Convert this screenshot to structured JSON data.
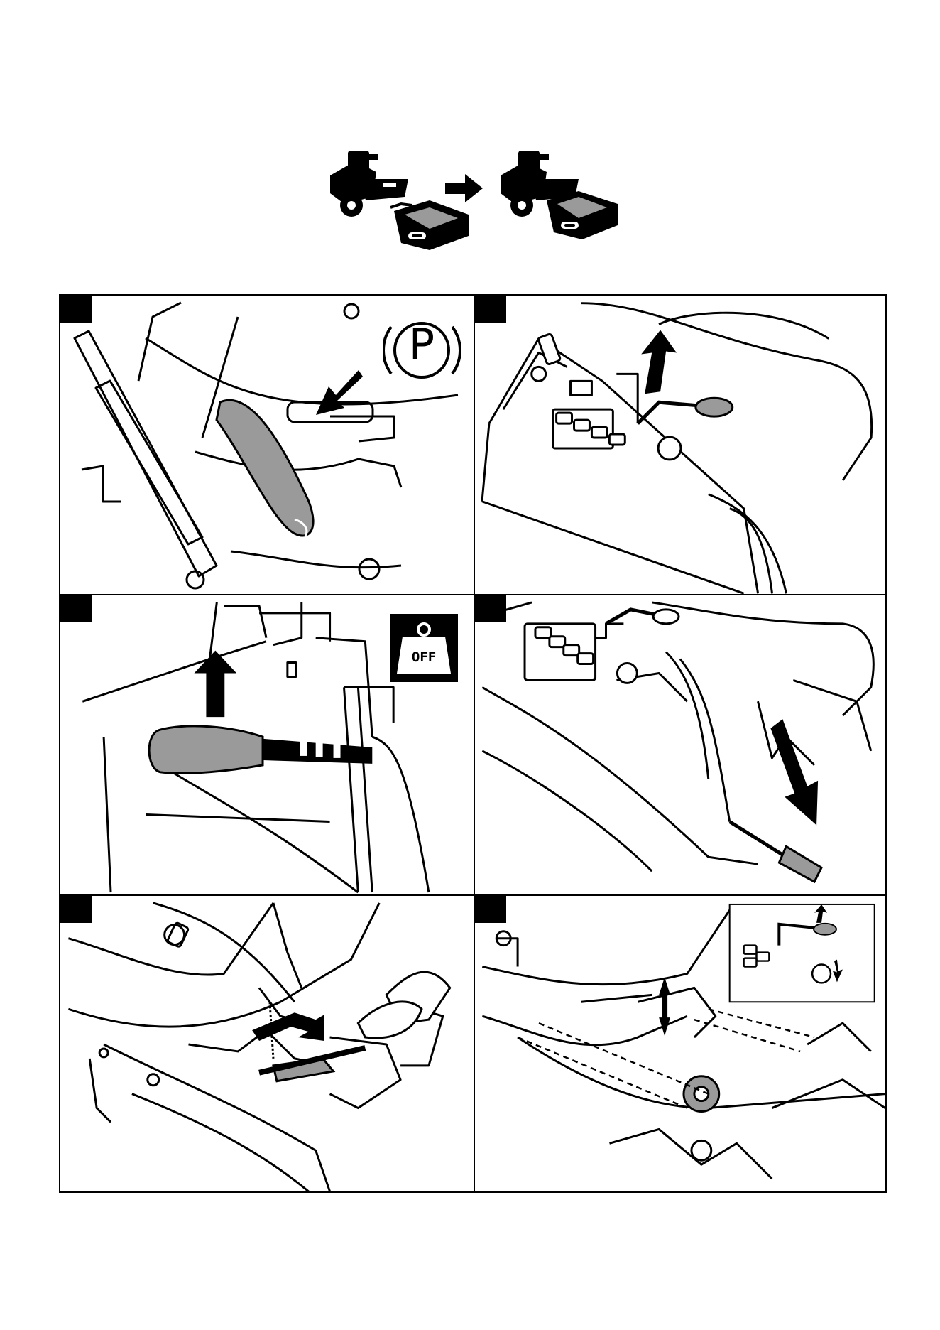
{
  "header": {
    "arrow_direction": "right",
    "from_state": "mower-deck-detached",
    "to_state": "mower-deck-attached"
  },
  "panels": [
    {
      "id": "panel-1",
      "icon": "parking-brake-icon",
      "badge_text": "P"
    },
    {
      "id": "panel-2",
      "icon": "lift-lever-up-icon"
    },
    {
      "id": "panel-3",
      "icon": "weight-off-icon",
      "badge_text": "OFF"
    },
    {
      "id": "panel-4",
      "icon": "lift-lever-down-icon"
    },
    {
      "id": "panel-5",
      "icon": "deck-attach-pin-icon"
    },
    {
      "id": "panel-6",
      "icon": "deck-height-adjust-icon"
    }
  ],
  "colors": {
    "ink": "#000000",
    "paper": "#ffffff",
    "fill_grey": "#9a9a9a"
  }
}
